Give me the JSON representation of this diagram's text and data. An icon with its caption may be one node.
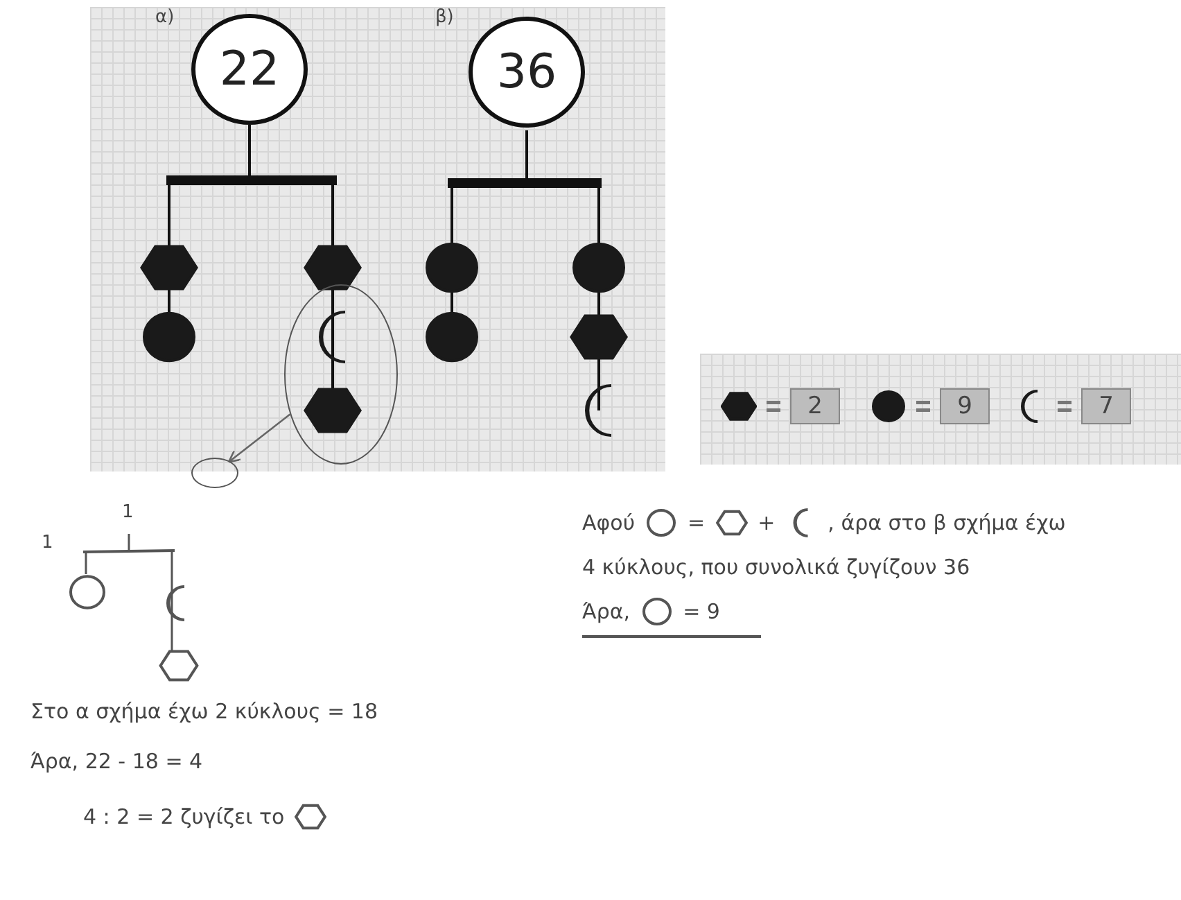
{
  "diagram": {
    "nodes": [
      {
        "text": [
          "22"
        ]
      },
      {
        "text": [
          "36"
        ]
      },
      {
        "text": [],
        "shape": "circle"
      },
      {
        "text": [],
        "shape": "circle"
      }
    ],
    "edges": [
      {
        "from": 2,
        "to": 3,
        "arrow": "to"
      }
    ],
    "labels": [
      "α)",
      "β)",
      "1",
      "1",
      "Αφού",
      "=",
      "+",
      ", άρα στο β σχήμα έχω",
      "4 κύκλους, που συνολικά ζυγίζουν 36",
      "Άρα,",
      "= 9",
      "Στο α σχήμα έχω 2 κύκλους = 18",
      "Άρα, 22 - 18 = 4",
      "4 : 2 = 2 ζυγίζει το"
    ],
    "legend": [
      {
        "text": "2"
      },
      {
        "text": "9"
      },
      {
        "text": "7"
      }
    ]
  }
}
